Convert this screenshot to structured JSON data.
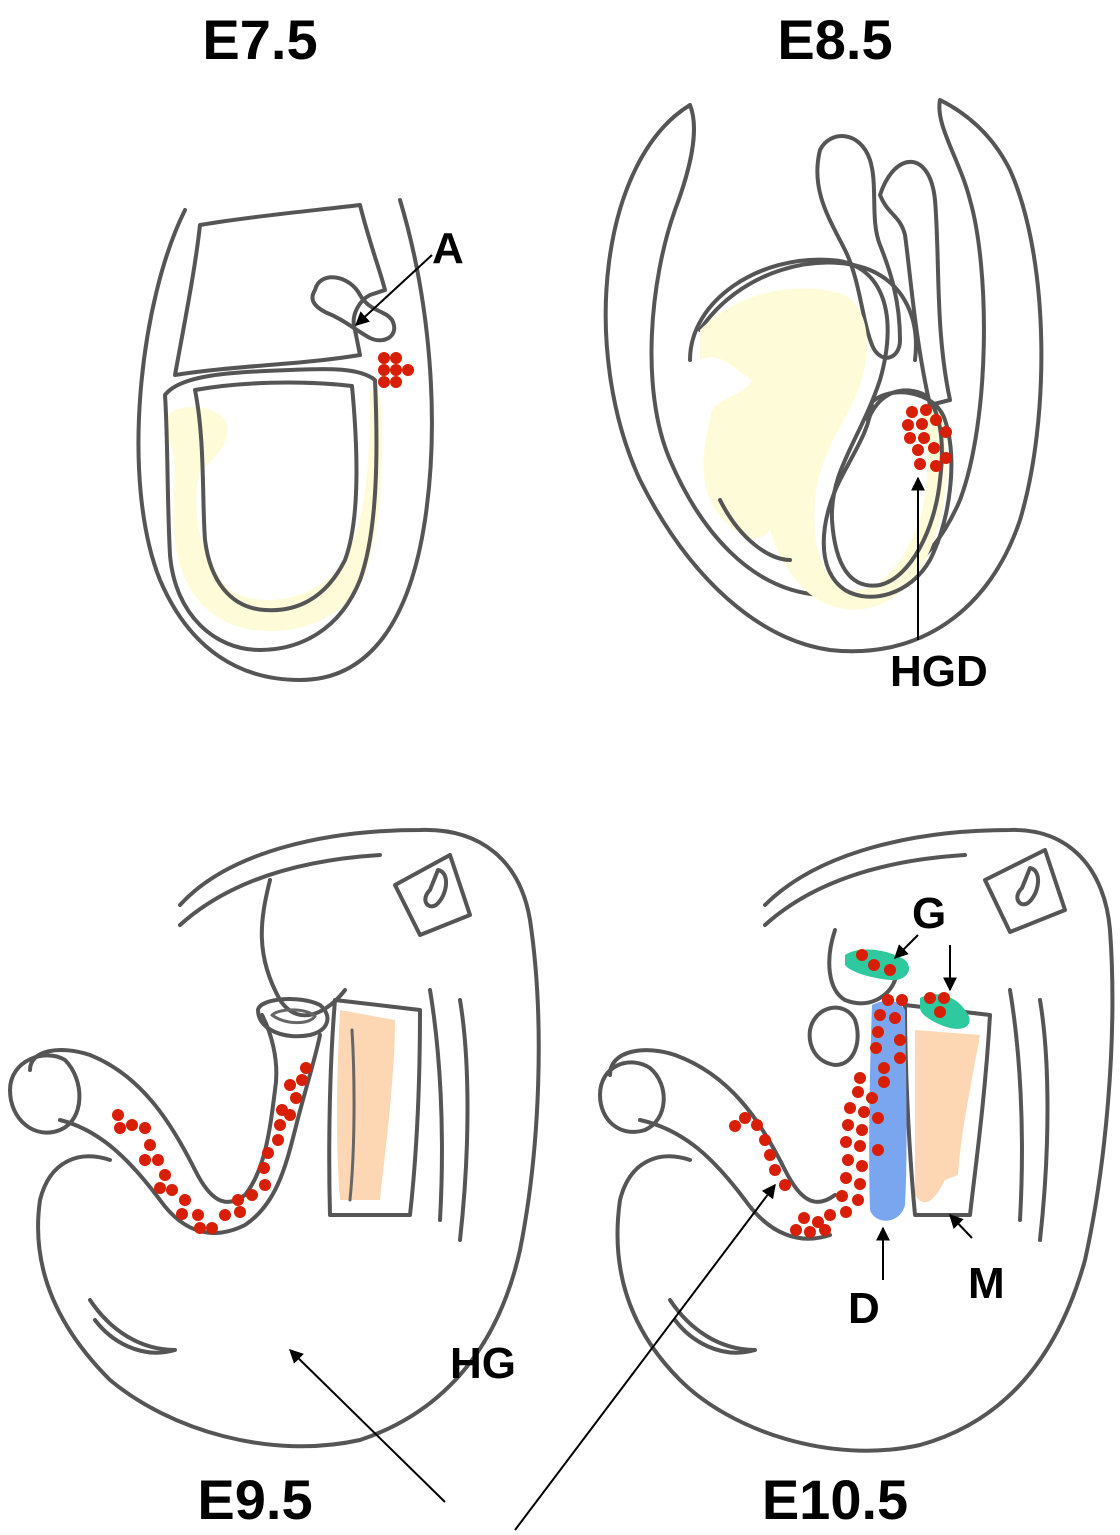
{
  "panels": {
    "e75": {
      "title": "E7.5"
    },
    "e85": {
      "title": "E8.5"
    },
    "e95": {
      "title": "E9.5"
    },
    "e105": {
      "title": "E10.5"
    }
  },
  "labels": {
    "a": "A",
    "hgd": "HGD",
    "hg": "HG",
    "g": "G",
    "d": "D",
    "m": "M"
  },
  "colors": {
    "endoderm": "#fefbd8",
    "mesoderm": "#fdd7b4",
    "cells": "#d81e05",
    "dorsal_bud": "#7aa6f0",
    "gland": "#2fc9a0",
    "outline": "#555555"
  }
}
